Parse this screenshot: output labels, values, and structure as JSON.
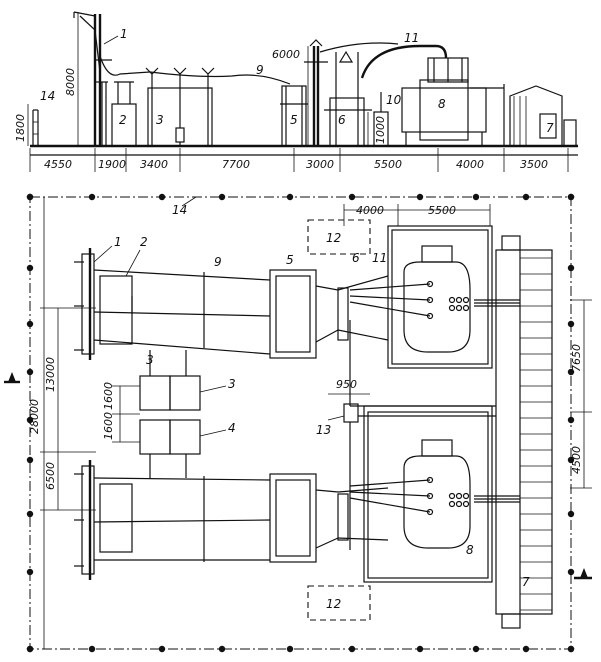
{
  "elevation": {
    "bottom_dimensions": [
      "4550",
      "1900",
      "3400",
      "7700",
      "3000",
      "5500",
      "4000",
      "3500"
    ],
    "height_dimensions": {
      "h8000": "8000",
      "h1800": "1800",
      "h6000": "6000",
      "h1000": "1000"
    },
    "labels": {
      "l1": "1",
      "l2": "2",
      "l3": "3",
      "l5": "5",
      "l6": "6",
      "l7": "7",
      "l8": "8",
      "l9": "9",
      "l10": "10",
      "l11": "11",
      "l14": "14"
    }
  },
  "plan": {
    "top_dimensions": {
      "d4000": "4000",
      "d5500": "5500"
    },
    "left_dimensions": {
      "d28000": "28000",
      "d13000": "13000",
      "d6500": "6500",
      "d1600a": "1600",
      "d1600b": "1600"
    },
    "right_dimensions": {
      "d7650": "7650",
      "d4500": "4500"
    },
    "other_dimensions": {
      "d950": "950"
    },
    "labels": {
      "l1": "1",
      "l2": "2",
      "l3a": "3",
      "l3b": "3",
      "l4": "4",
      "l5": "5",
      "l6": "6",
      "l7": "7",
      "l8": "8",
      "l9": "9",
      "l11": "11",
      "l12a": "12",
      "l12b": "12",
      "l13": "13",
      "l14": "14"
    }
  }
}
